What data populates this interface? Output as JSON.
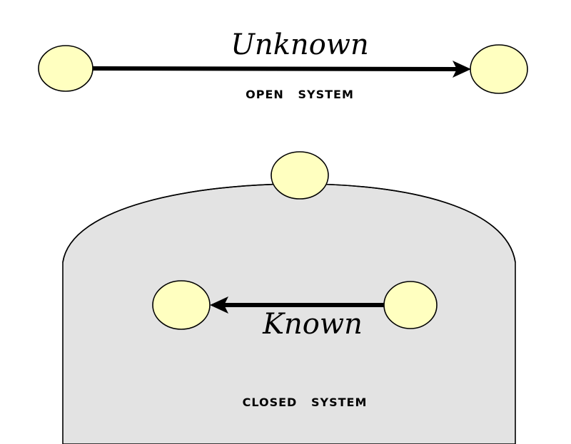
{
  "colors": {
    "node_fill": "#ffffc0",
    "closed_region_fill": "#e3e3e3"
  },
  "open_system": {
    "arrow_label": "Unknown",
    "caption": "OPEN   SYSTEM"
  },
  "closed_system": {
    "arrow_label": "Known",
    "caption": "CLOSED   SYSTEM"
  }
}
